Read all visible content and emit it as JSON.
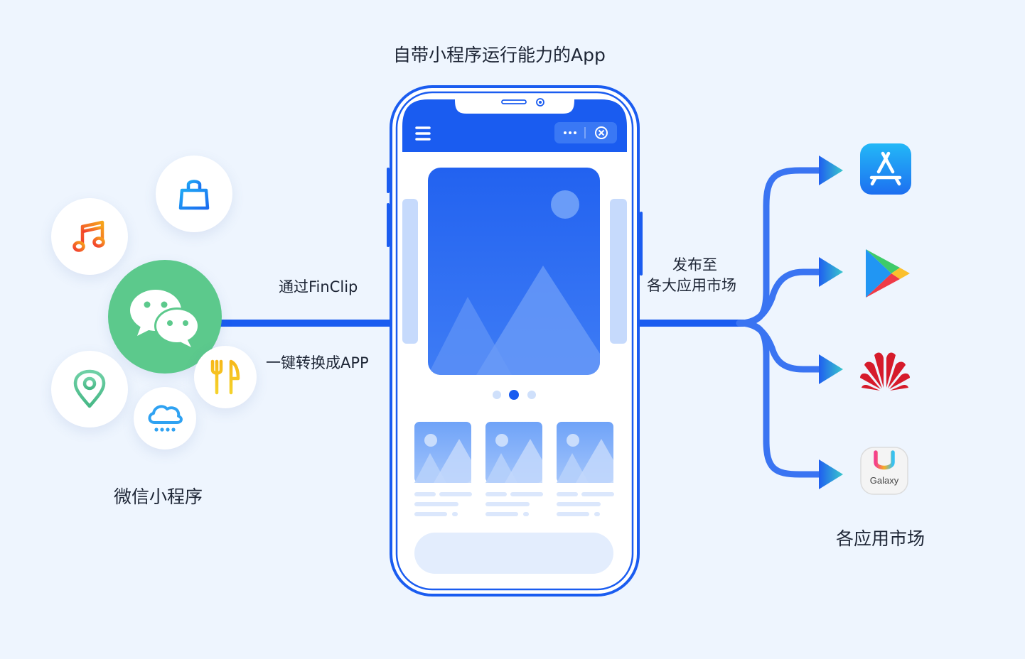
{
  "title": "自带小程序运行能力的App",
  "left": {
    "caption": "微信小程序",
    "icons": [
      "music-icon",
      "shopping-bag-icon",
      "wechat-icon",
      "location-icon",
      "rain-cloud-icon",
      "cutlery-icon"
    ]
  },
  "connector_left": {
    "line1": "通过FinClip",
    "line2": "一键转换成APP"
  },
  "connector_right": {
    "line1": "发布至",
    "line2": "各大应用市场"
  },
  "right": {
    "caption": "各应用市场",
    "stores": [
      {
        "icon": "app-store-icon"
      },
      {
        "icon": "google-play-icon"
      },
      {
        "icon": "huawei-icon"
      },
      {
        "icon": "galaxy-store-icon",
        "text": "Galaxy"
      }
    ]
  },
  "phone": {
    "header_icons": [
      "menu-icon",
      "more-icon",
      "close-icon"
    ],
    "carousel_dots": 3,
    "active_dot": 1
  },
  "colors": {
    "primary": "#1a5cf0",
    "wechat_green": "#5cc98c",
    "background": "#eef5fe"
  }
}
